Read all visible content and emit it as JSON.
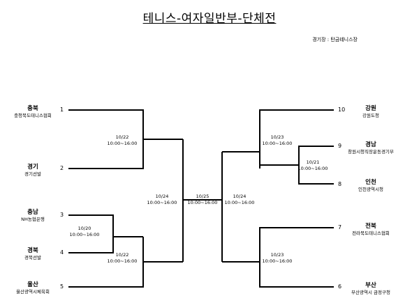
{
  "title": "테니스-여자일반부-단체전",
  "venue": "경기장 : 탄금테니스장",
  "left_teams": [
    {
      "seed": "1",
      "name": "충북",
      "org": "충청북도테니스협회"
    },
    {
      "seed": "2",
      "name": "경기",
      "org": "경기선발"
    },
    {
      "seed": "3",
      "name": "충남",
      "org": "NH농협은행"
    },
    {
      "seed": "4",
      "name": "경북",
      "org": "경북선발"
    },
    {
      "seed": "5",
      "name": "울산",
      "org": "울산광역시체육회"
    }
  ],
  "right_teams": [
    {
      "seed": "10",
      "name": "강원",
      "org": "강원도청"
    },
    {
      "seed": "9",
      "name": "경남",
      "org": "창원시청직장운동경기부"
    },
    {
      "seed": "8",
      "name": "인천",
      "org": "인천광역시청"
    },
    {
      "seed": "7",
      "name": "전북",
      "org": "전라북도테니스협회"
    },
    {
      "seed": "6",
      "name": "부산",
      "org": "부산광역시 금정구청"
    }
  ],
  "matches": {
    "m_3_4": {
      "date": "10/20",
      "time": "10:00~16:00"
    },
    "m_1_2": {
      "date": "10/22",
      "time": "10:00~16:00"
    },
    "m_l_lower": {
      "date": "10/22",
      "time": "10:00~16:00"
    },
    "m_l_semi": {
      "date": "10/24",
      "time": "10:00~16:00"
    },
    "m_final": {
      "date": "10/25",
      "time": "10:00~16:00"
    },
    "m_r_semi": {
      "date": "10/24",
      "time": "10:00~16:00"
    },
    "m_r_upper": {
      "date": "10/23",
      "time": "10:00~16:00"
    },
    "m_9_8": {
      "date": "10/21",
      "time": "10:00~16:00"
    },
    "m_r_lower": {
      "date": "10/23",
      "time": "10:00~16:00"
    }
  }
}
